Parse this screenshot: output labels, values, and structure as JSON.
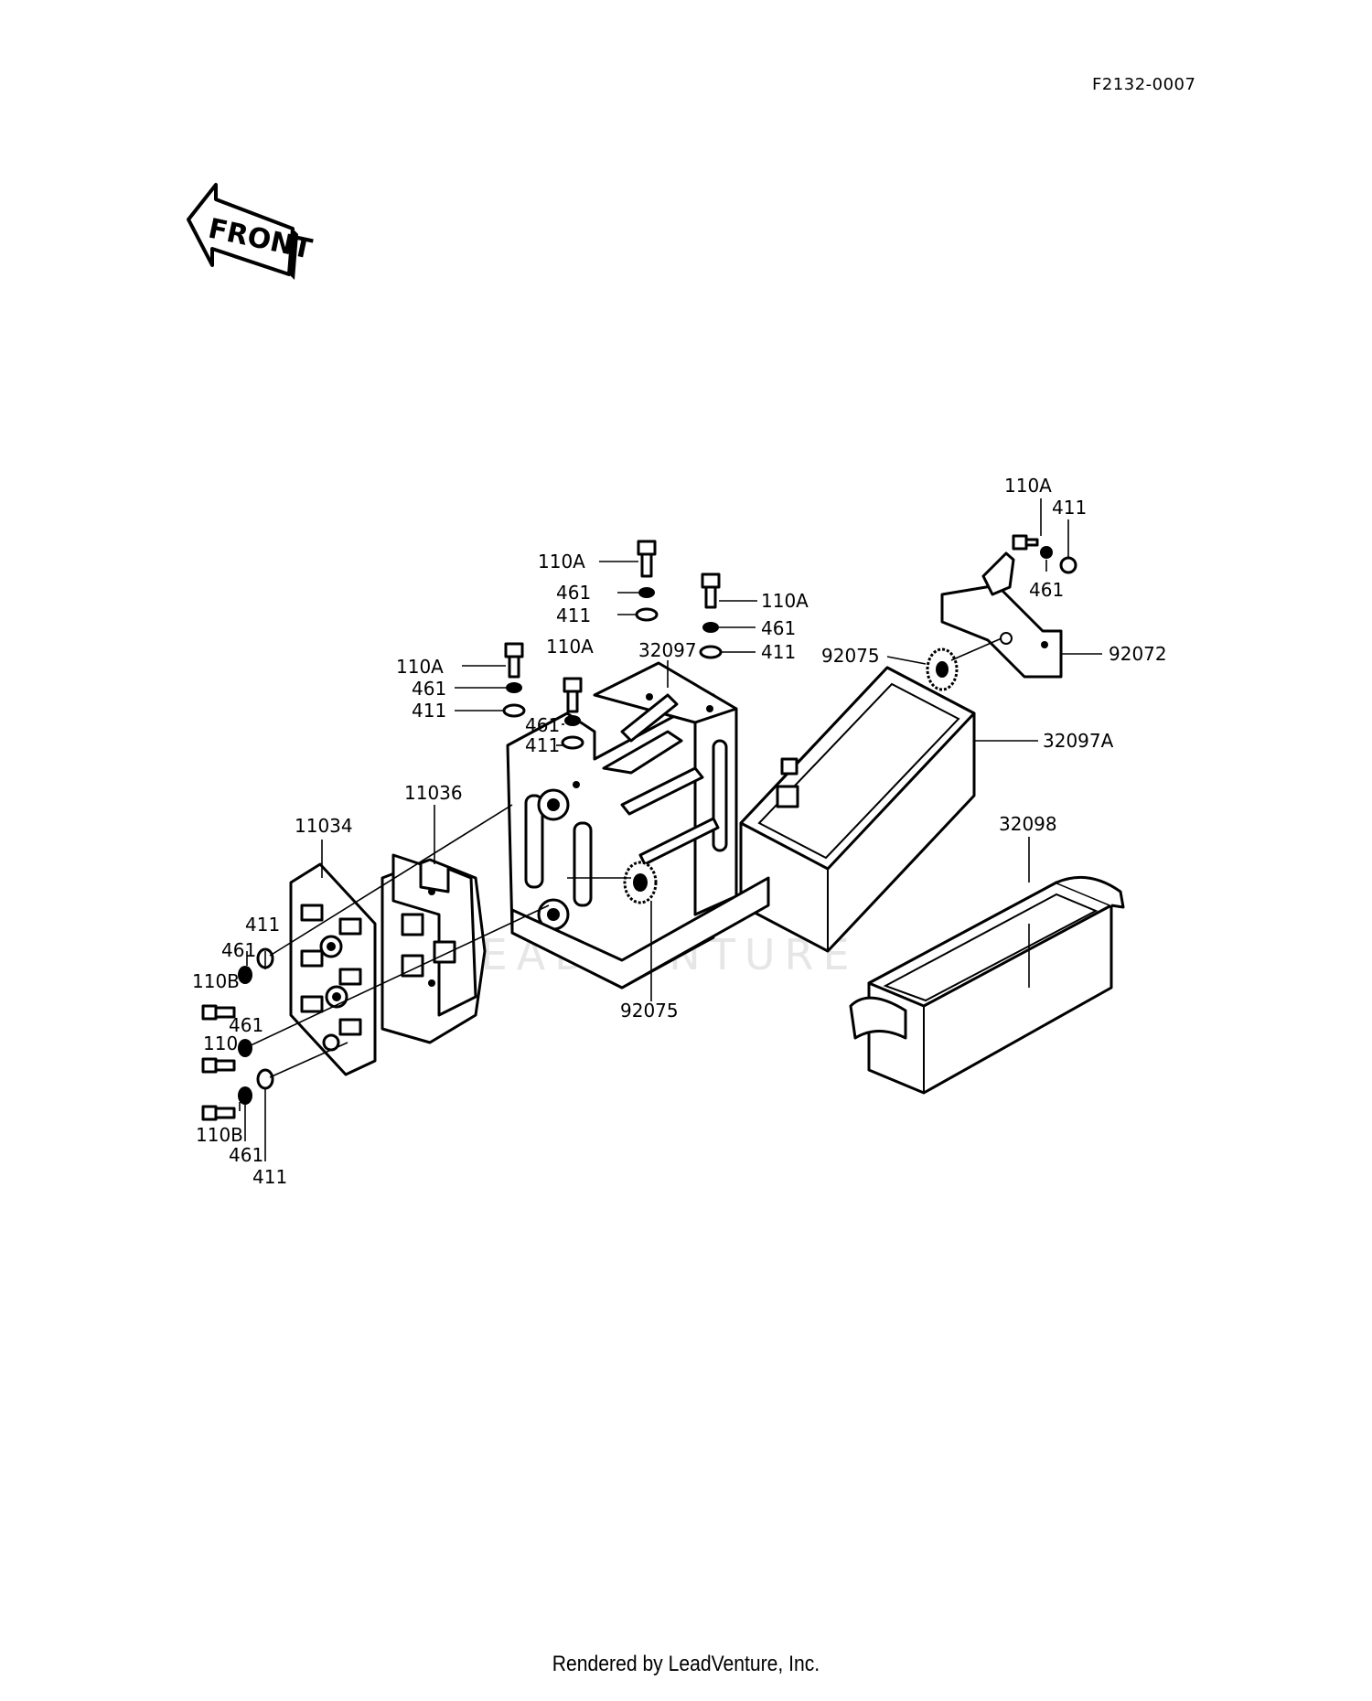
{
  "diagram_code": "F2132-0007",
  "front_label": "FRONT",
  "watermark": "LEADVENTURE",
  "footer": "Rendered by LeadVenture, Inc.",
  "callouts": [
    {
      "id": "c1",
      "text": "110A"
    },
    {
      "id": "c2",
      "text": "411"
    },
    {
      "id": "c3",
      "text": "461"
    },
    {
      "id": "c4",
      "text": "92072"
    },
    {
      "id": "c5",
      "text": "92075"
    },
    {
      "id": "c6",
      "text": "32097A"
    },
    {
      "id": "c7",
      "text": "110A"
    },
    {
      "id": "c8",
      "text": "461"
    },
    {
      "id": "c9",
      "text": "411"
    },
    {
      "id": "c10",
      "text": "110A"
    },
    {
      "id": "c11",
      "text": "461"
    },
    {
      "id": "c12",
      "text": "411"
    },
    {
      "id": "c13",
      "text": "32097"
    },
    {
      "id": "c14",
      "text": "110A"
    },
    {
      "id": "c15",
      "text": "110A"
    },
    {
      "id": "c16",
      "text": "461"
    },
    {
      "id": "c17",
      "text": "411"
    },
    {
      "id": "c18",
      "text": "461"
    },
    {
      "id": "c19",
      "text": "411"
    },
    {
      "id": "c20",
      "text": "11036"
    },
    {
      "id": "c21",
      "text": "11034"
    },
    {
      "id": "c22",
      "text": "32098"
    },
    {
      "id": "c23",
      "text": "92075"
    },
    {
      "id": "c24",
      "text": "411"
    },
    {
      "id": "c25",
      "text": "461"
    },
    {
      "id": "c26",
      "text": "110B"
    },
    {
      "id": "c27",
      "text": "461"
    },
    {
      "id": "c28",
      "text": "110"
    },
    {
      "id": "c29",
      "text": "110B"
    },
    {
      "id": "c30",
      "text": "461"
    },
    {
      "id": "c31",
      "text": "411"
    }
  ]
}
